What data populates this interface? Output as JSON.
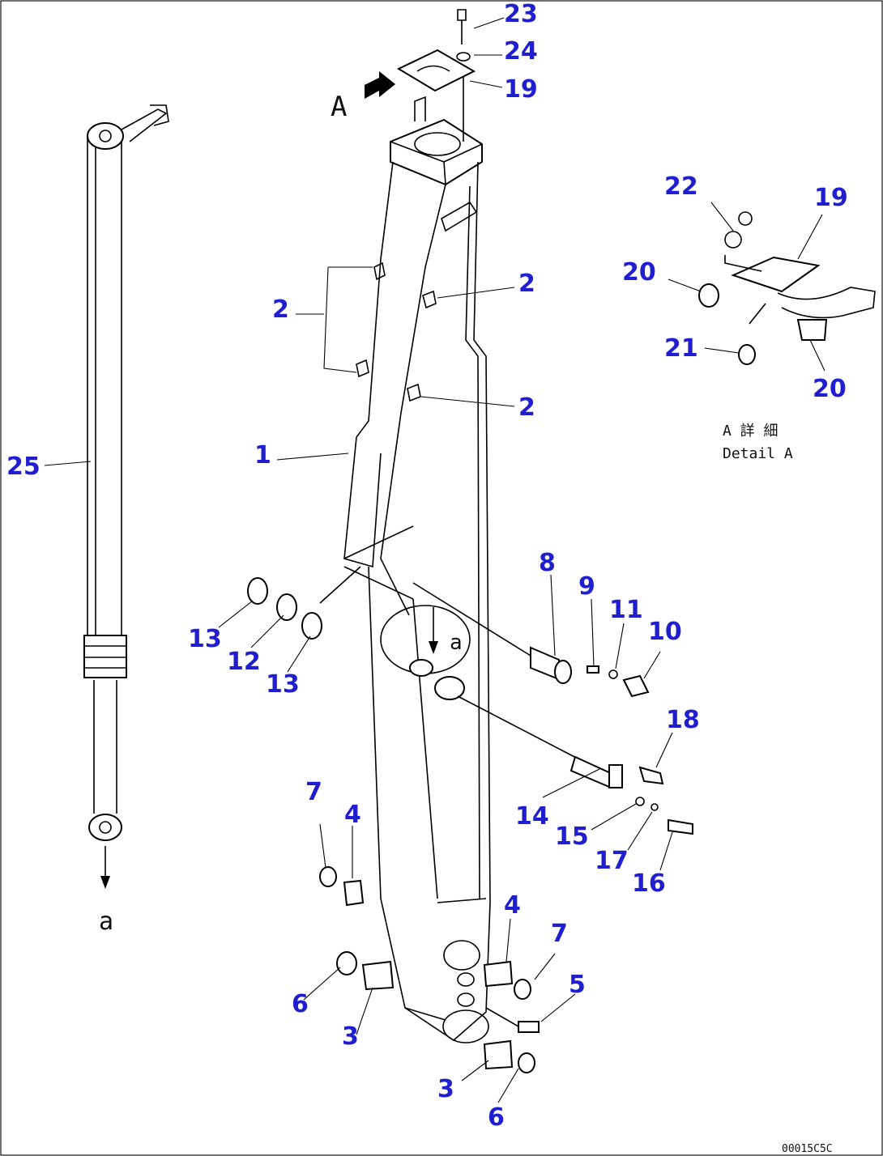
{
  "view_label": "A",
  "sub_label_a": "a",
  "callouts": [
    "1",
    "2",
    "2",
    "2",
    "3",
    "3",
    "4",
    "4",
    "5",
    "6",
    "6",
    "7",
    "7",
    "8",
    "9",
    "10",
    "11",
    "12",
    "13",
    "13",
    "14",
    "15",
    "16",
    "17",
    "18",
    "19",
    "19",
    "20",
    "20",
    "21",
    "22",
    "23",
    "24",
    "25"
  ],
  "detail": {
    "title_jp": "A 詳 細",
    "title_en": "Detail A"
  },
  "doc_code": "00015C5C",
  "colors": {
    "callout": "#1f1fd0",
    "line": "#000000"
  }
}
